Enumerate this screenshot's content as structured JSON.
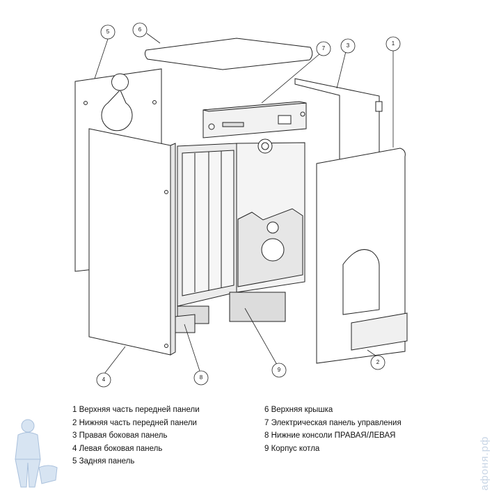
{
  "callouts": [
    "1",
    "2",
    "3",
    "4",
    "5",
    "6",
    "7",
    "8",
    "9"
  ],
  "legend": {
    "left": [
      "1 Верхняя часть передней панели",
      "2 Нижняя часть передней панели",
      "3 Правая боковая панель",
      "4 Левая боковая панель",
      "5 Задняя панель"
    ],
    "right": [
      "6 Верхняя крышка",
      "7 Электрическая панель управления",
      "8 Нижние консоли ПРАВАЯ/ЛЕВАЯ",
      "9 Корпус котла"
    ]
  },
  "watermark": "афоня.рф",
  "colors": {
    "line": "#222222",
    "panel": "#ffffff",
    "shade": "#e6e6e6",
    "watermark": "#9fb8d6"
  }
}
